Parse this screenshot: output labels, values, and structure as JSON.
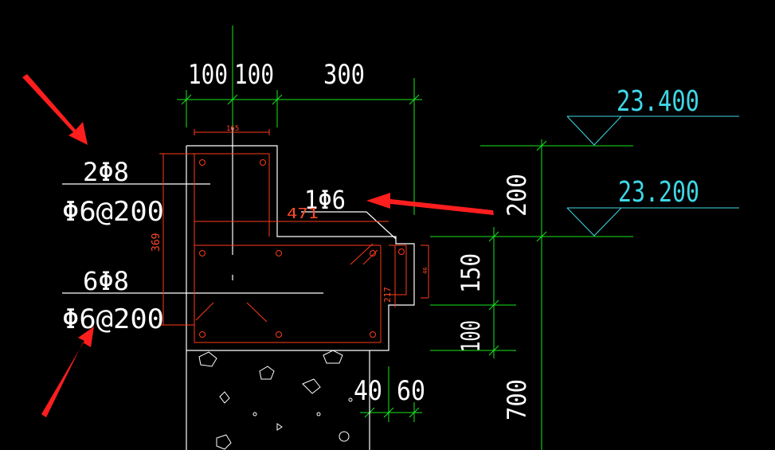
{
  "colors": {
    "background": "#000000",
    "outline": "#ffffff",
    "dimension": "#19e61e",
    "rebar": "#ff3a1a",
    "elevation": "#3fd7e6",
    "arrow": "#ff1e1e"
  },
  "dims_top": {
    "a": "100",
    "b": "100",
    "c": "300"
  },
  "dims_right": {
    "h200": "200",
    "h150": "150",
    "h100": "100",
    "h700": "700"
  },
  "dims_bottom": {
    "d40": "40",
    "d60": "60"
  },
  "inner_dims": {
    "w165": "165",
    "w471": "471",
    "h369": "369",
    "h217": "217",
    "h46": "46"
  },
  "elevations": {
    "upper": "23.400",
    "lower": "23.200"
  },
  "rebar_labels": {
    "upper_main": "2Φ8",
    "upper_stirrup": "Φ6@200",
    "lower_main": "6Φ8",
    "lower_stirrup": "Φ6@200",
    "single": "1Φ6"
  }
}
